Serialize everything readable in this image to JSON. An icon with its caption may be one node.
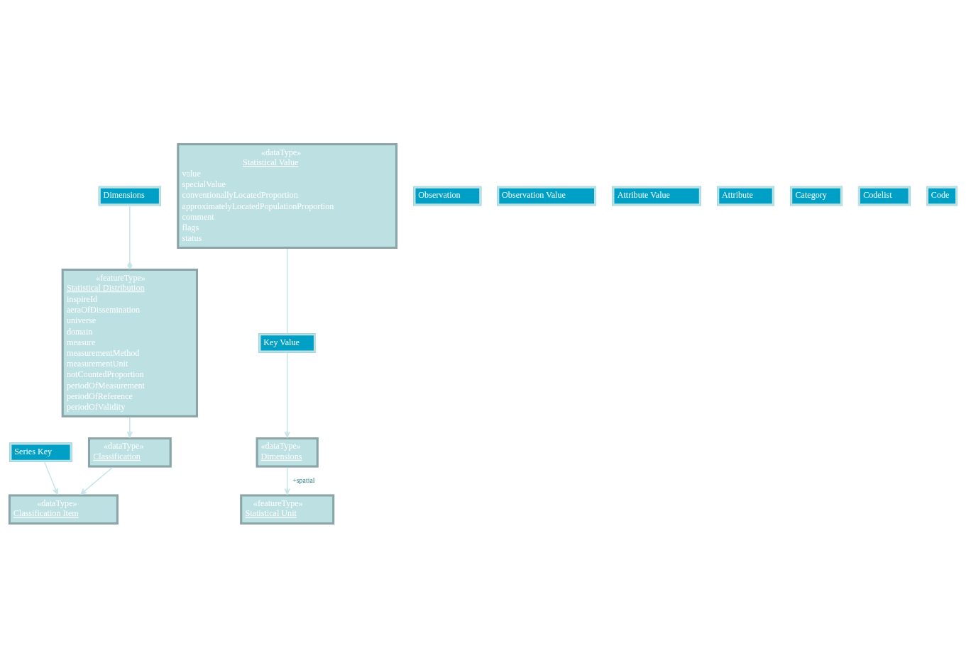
{
  "diagram": {
    "nodes": [
      {
        "text": [
          "«featureType»",
          "Statistical Distribution",
          "inspireId",
          "aeraOfDissemination",
          "universe",
          "domain",
          "measure",
          "measurementMethod",
          "measurementUnit",
          "notCountedProportion",
          "periodOfMeasurement",
          "periodOfReference",
          "periodOfValidity"
        ]
      },
      {
        "text": [
          "Dimensions"
        ]
      },
      {
        "text": [
          "«dataType»",
          "Statistical Value",
          "value",
          "specialValue",
          "conventionallyLocatedProportion",
          "approximatelyLocatedPopulationProportion",
          "comment",
          "flags",
          "status"
        ]
      },
      {
        "text": [
          "Observation"
        ]
      },
      {
        "text": [
          "Observation Value"
        ]
      },
      {
        "text": [
          "Attribute Value"
        ]
      },
      {
        "text": [
          "Key Value"
        ]
      },
      {
        "text": [
          "«dataType»",
          "Dimensions"
        ]
      },
      {
        "text": [
          "Series Key"
        ]
      },
      {
        "text": [
          "«featureType»",
          "Statistical Unit"
        ]
      },
      {
        "text": [
          "Attribute"
        ]
      },
      {
        "text": [
          "Category"
        ]
      },
      {
        "text": [
          "«dataType»",
          "Classification"
        ]
      },
      {
        "text": [
          "Codelist"
        ]
      },
      {
        "text": [
          "«dataType»",
          "Classification Item"
        ]
      },
      {
        "text": [
          "Code"
        ]
      }
    ],
    "edges": [
      {
        "from": 1,
        "to": 0,
        "arrow": "other"
      },
      {
        "from": 2,
        "to": 6,
        "arrow": "none"
      },
      {
        "from": 6,
        "to": 7,
        "arrow": "to"
      },
      {
        "from": 7,
        "to": 9,
        "arrow": "to",
        "label": "+spatial"
      },
      {
        "from": 8,
        "to": 14,
        "arrow": "to"
      },
      {
        "from": 0,
        "to": 12,
        "arrow": "to"
      },
      {
        "from": 12,
        "to": 14,
        "arrow": "to"
      }
    ]
  }
}
